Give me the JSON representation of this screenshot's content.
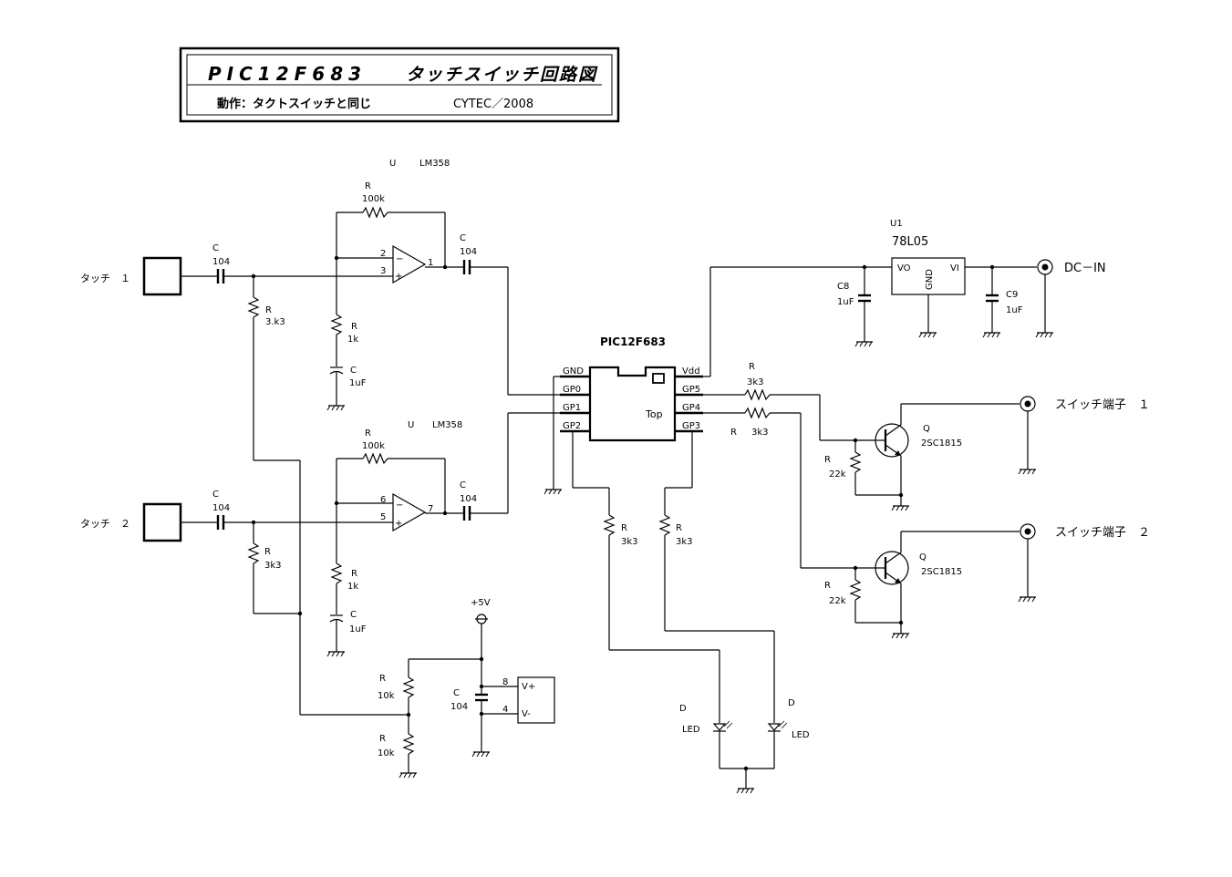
{
  "title": {
    "main": "PIC12F683",
    "sub": "タッチスイッチ回路図",
    "operation": "動作：タクトスイッチと同じ",
    "credit": "CYTEC／2008"
  },
  "inputs": {
    "touch1": "タッチ　１",
    "touch2": "タッチ　２"
  },
  "opamp1": {
    "ref": "U",
    "model": "LM358",
    "pin_inv": "2",
    "pin_noninv": "3",
    "pin_out": "1",
    "rf_ref": "R",
    "rf_val": "100k",
    "rg_ref": "R",
    "rg_val": "1k",
    "cg_ref": "C",
    "cg_val": "1uF",
    "cin_ref": "C",
    "cin_val": "104",
    "cout_ref": "C",
    "cout_val": "104",
    "rin_ref": "R",
    "rin_val": "3.k3"
  },
  "opamp2": {
    "ref": "U",
    "model": "LM358",
    "pin_inv": "6",
    "pin_noninv": "5",
    "pin_out": "7",
    "rf_ref": "R",
    "rf_val": "100k",
    "rg_ref": "R",
    "rg_val": "1k",
    "cg_ref": "C",
    "cg_val": "1uF",
    "cin_ref": "C",
    "cin_val": "104",
    "cout_ref": "C",
    "cout_val": "104",
    "rin_ref": "R",
    "rin_val": "3k3"
  },
  "mcu": {
    "name": "PIC12F683",
    "top": "Top",
    "left_pins": [
      "GND",
      "GP0",
      "GP1",
      "GP2"
    ],
    "right_pins": [
      "Vdd",
      "GP5",
      "GP4",
      "GP3"
    ]
  },
  "regulator": {
    "ref": "U1",
    "model": "78L05",
    "vo": "VO",
    "gnd": "GND",
    "vi": "VI",
    "c8_ref": "C8",
    "c8_val": "1uF",
    "c9_ref": "C9",
    "c9_val": "1uF",
    "dcin": "DC－IN"
  },
  "outputs": {
    "sw1": "スイッチ端子　１",
    "sw2": "スイッチ端子　２",
    "r_gp5_ref": "R",
    "r_gp5_val": "3k3",
    "r_gp4_ref": "R",
    "r_gp4_val": "3k3",
    "q1_ref": "Q",
    "q1_val": "2SC1815",
    "q2_ref": "Q",
    "q2_val": "2SC1815",
    "rb1_ref": "R",
    "rb1_val": "22k",
    "rb2_ref": "R",
    "rb2_val": "22k"
  },
  "leds": {
    "r1_ref": "R",
    "r1_val": "3k3",
    "r2_ref": "R",
    "r2_val": "3k3",
    "d1_ref": "D",
    "d1_val": "LED",
    "d2_ref": "D",
    "d2_val": "LED"
  },
  "supply": {
    "vcc": "+5V",
    "pin_vplus": "8",
    "pin_vminus": "4",
    "vplus": "V+",
    "vminus": "V-",
    "c_ref": "C",
    "c_val": "104",
    "r1_ref": "R",
    "r1_val": "10k",
    "r2_ref": "R",
    "r2_val": "10k"
  }
}
